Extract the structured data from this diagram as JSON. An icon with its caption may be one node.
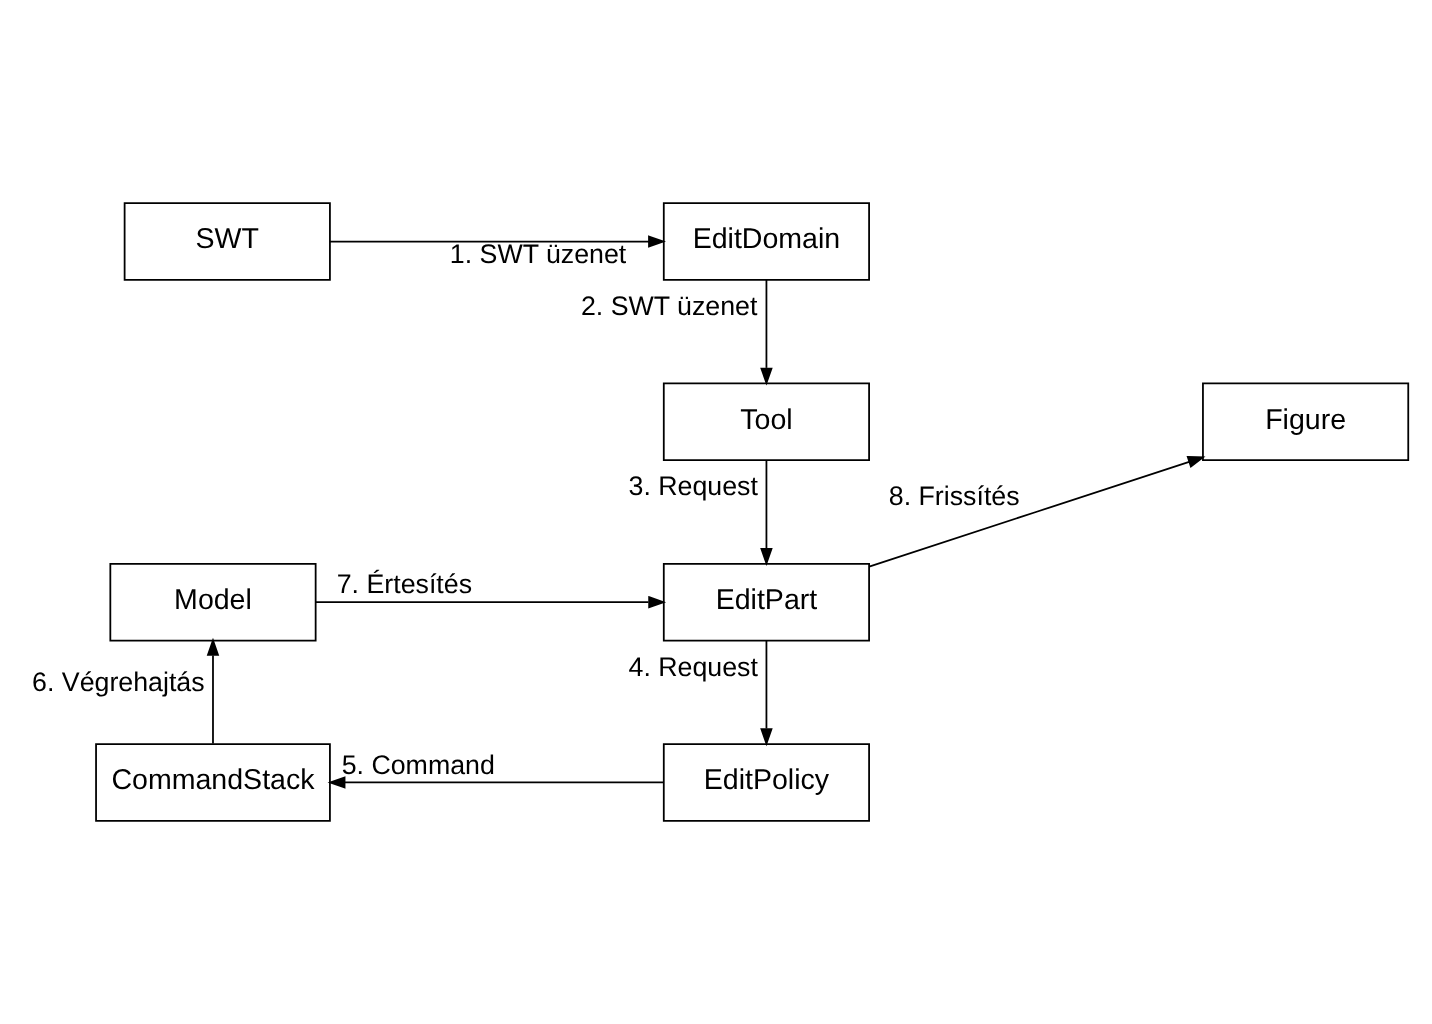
{
  "diagram": {
    "nodes": [
      {
        "text": [
          "SWT"
        ]
      },
      {
        "text": [
          "EditDomain"
        ]
      },
      {
        "text": [
          "Figure"
        ]
      },
      {
        "text": [
          "Tool"
        ]
      },
      {
        "text": [
          "Model"
        ]
      },
      {
        "text": [
          "EditPart"
        ]
      },
      {
        "text": [
          "CommandStack"
        ]
      },
      {
        "text": [
          "EditPolicy"
        ]
      }
    ],
    "edges": [
      {
        "from": 0,
        "to": 1,
        "arrow": "to",
        "label": "1. SWT üzenet"
      },
      {
        "from": 1,
        "to": 3,
        "arrow": "to",
        "label": "2. SWT üzenet"
      },
      {
        "from": 3,
        "to": 5,
        "arrow": "to",
        "label": "3. Request"
      },
      {
        "from": 5,
        "to": 7,
        "arrow": "to",
        "label": "4. Request"
      },
      {
        "from": 7,
        "to": 6,
        "arrow": "to",
        "label": "5. Command"
      },
      {
        "from": 6,
        "to": 4,
        "arrow": "to",
        "label": "6. Végrehajtás"
      },
      {
        "from": 4,
        "to": 5,
        "arrow": "to",
        "label": "7. Értesítés"
      },
      {
        "from": 5,
        "to": 2,
        "arrow": "to",
        "label": "8. Frissítés"
      }
    ]
  }
}
